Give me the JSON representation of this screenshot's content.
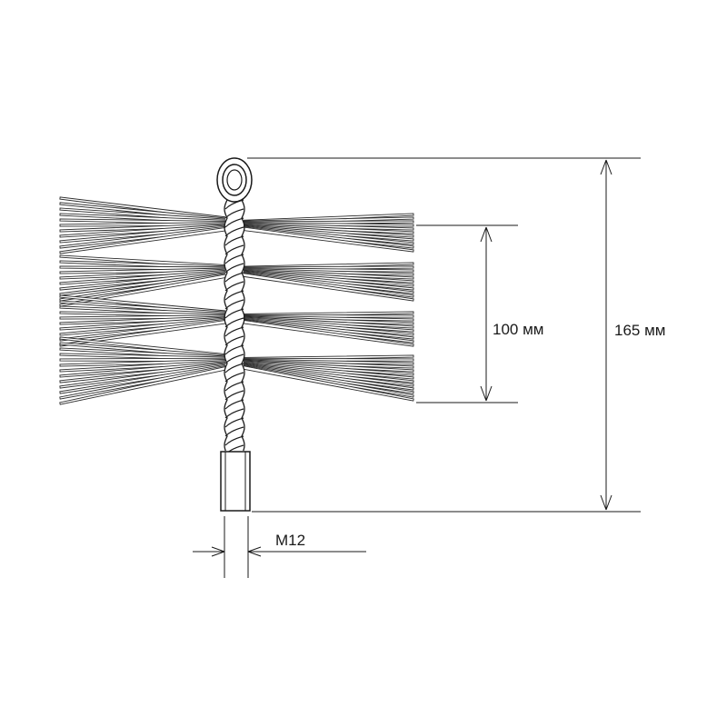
{
  "diagram": {
    "dimensions": {
      "bristle_height_label": "100 мм",
      "total_height_label": "165 мм",
      "thread_label": "M12"
    },
    "colors": {
      "line": "#1a1a1a",
      "bristle_dark": "#2b2b2b",
      "bristle_light": "#ffffff",
      "metal": "#ffffff"
    }
  }
}
